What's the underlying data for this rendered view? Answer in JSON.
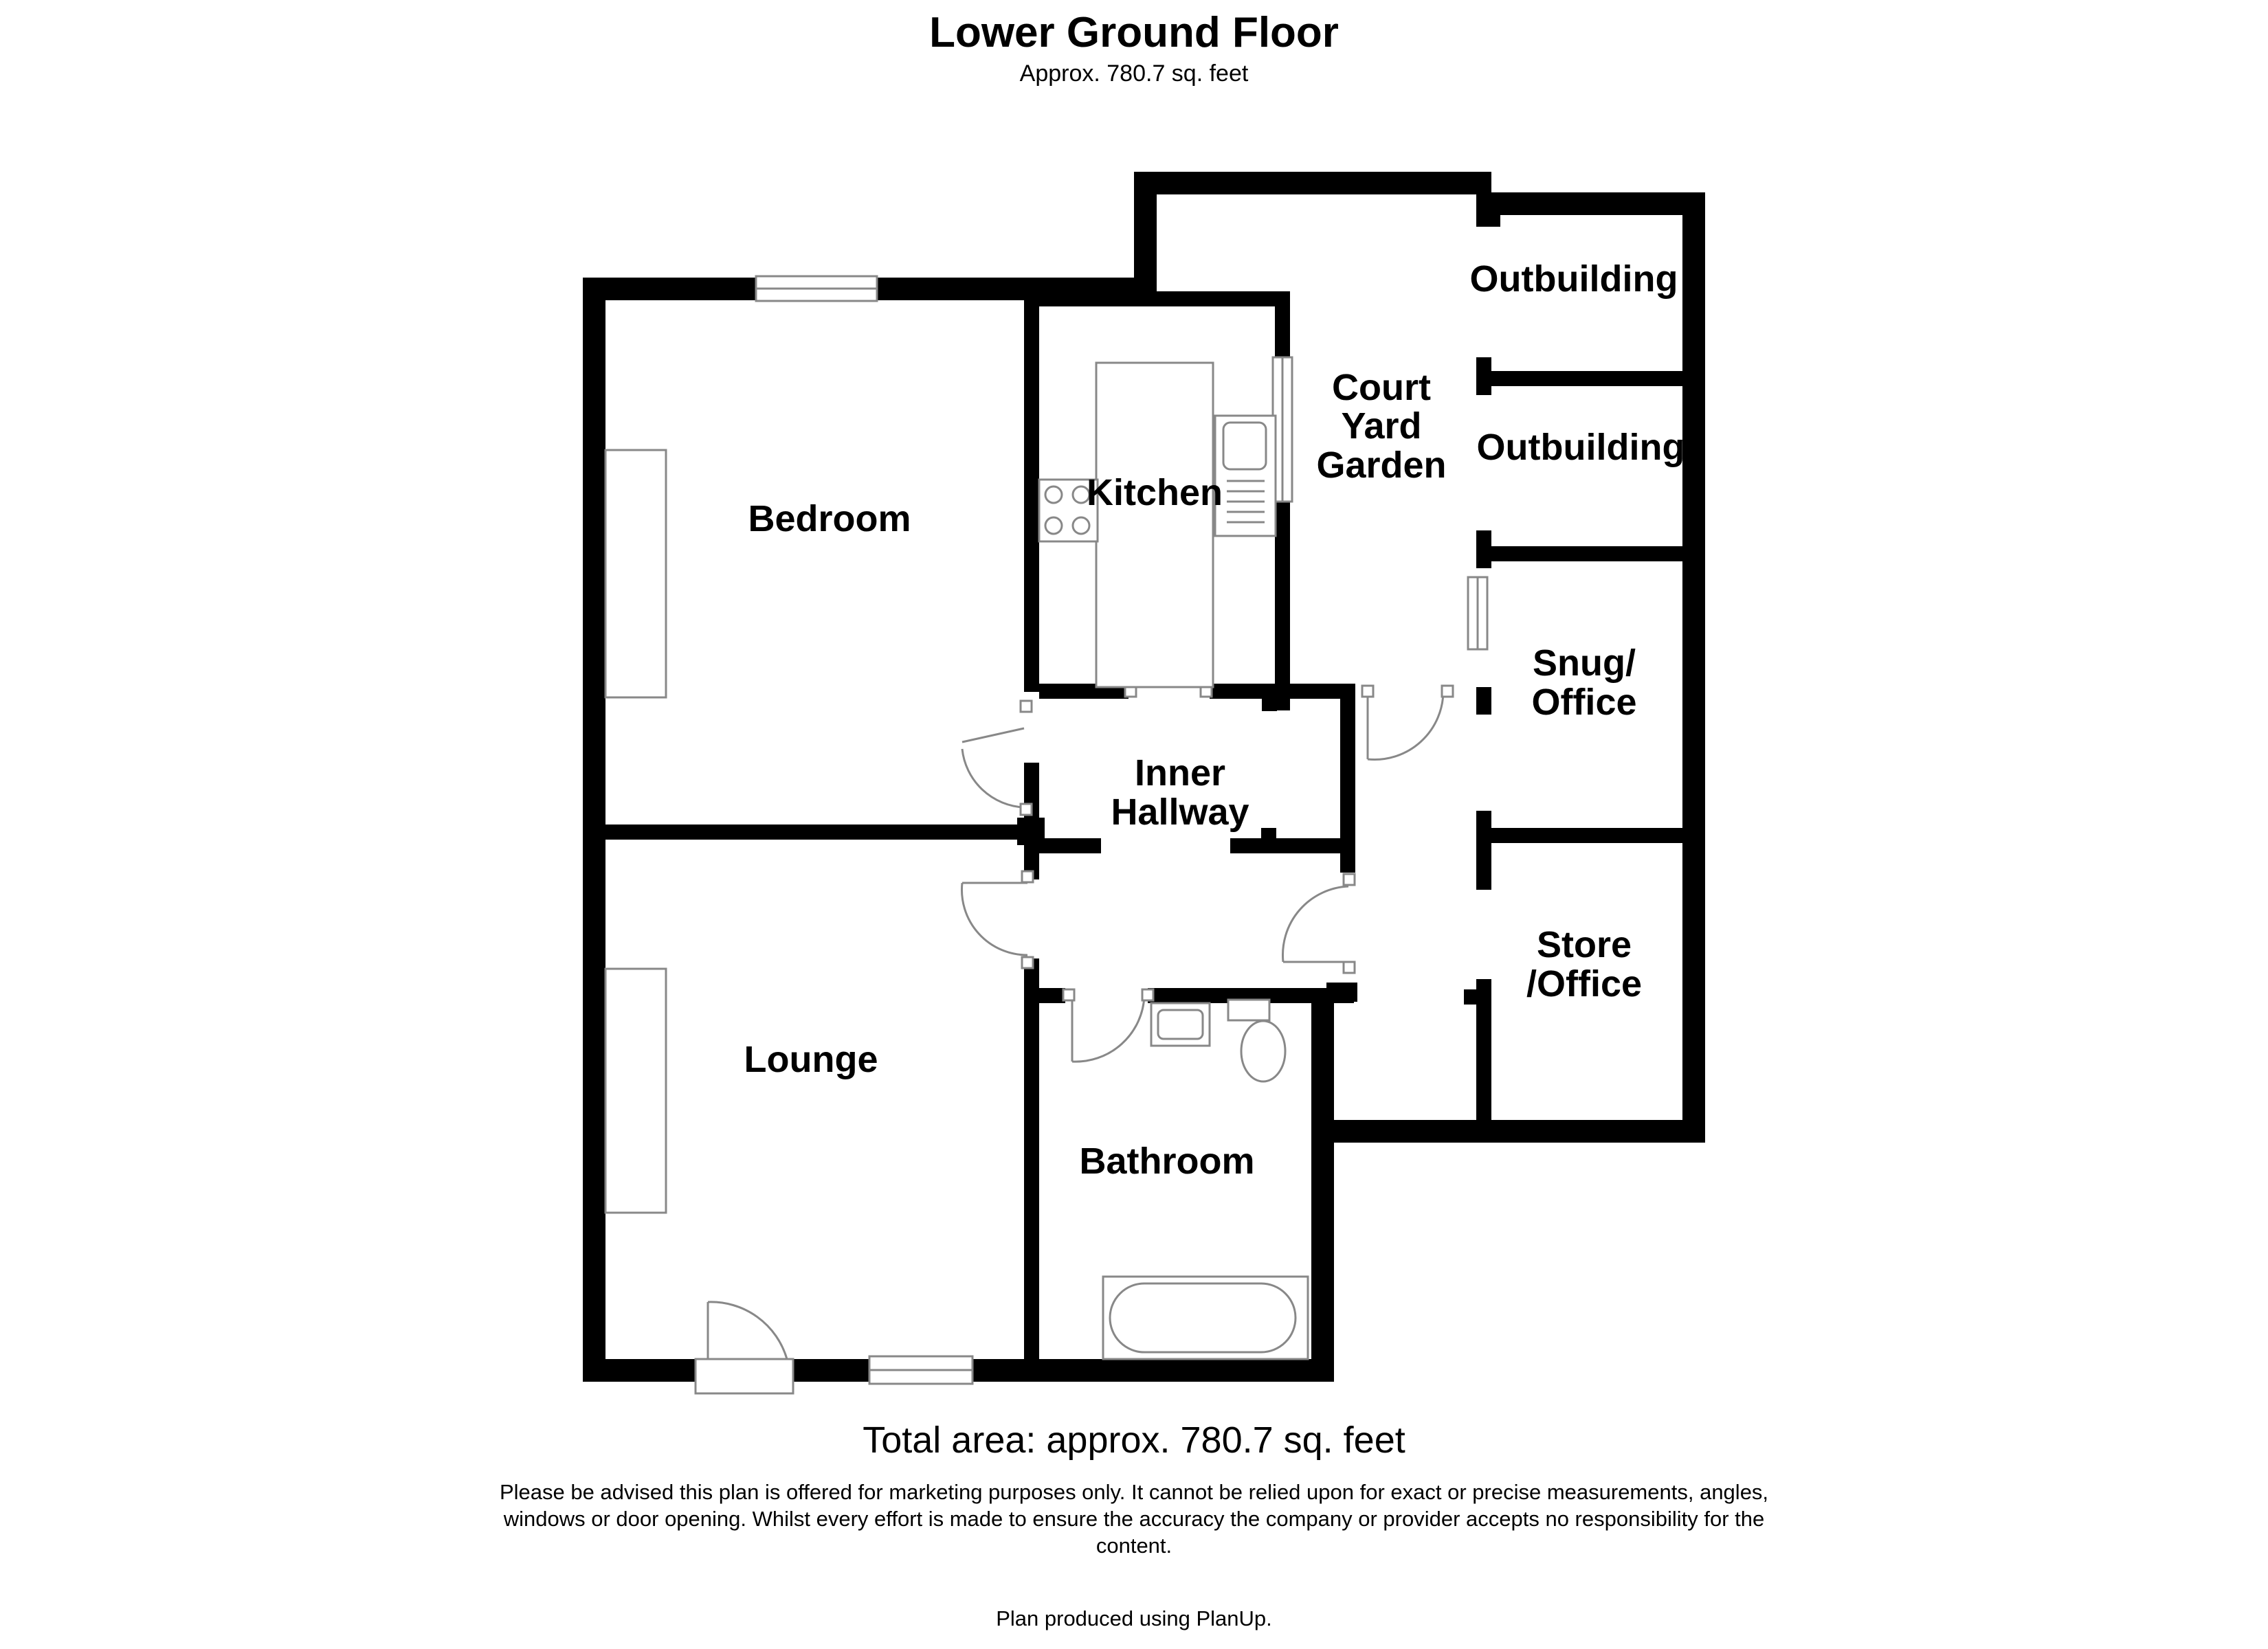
{
  "header": {
    "title": "Lower Ground Floor",
    "subtitle": "Approx. 780.7 sq. feet"
  },
  "rooms": {
    "bedroom": "Bedroom",
    "kitchen": "Kitchen",
    "court_yard_garden": [
      "Court",
      "Yard",
      "Garden"
    ],
    "outbuilding_1": "Outbuilding",
    "outbuilding_2": "Outbuilding",
    "snug_office": [
      "Snug/",
      "Office"
    ],
    "inner_hallway": [
      "Inner",
      "Hallway"
    ],
    "store_office": [
      "Store",
      "/Office"
    ],
    "lounge": "Lounge",
    "bathroom": "Bathroom"
  },
  "footer": {
    "total_area": "Total area: approx. 780.7 sq. feet",
    "disclaimer_lines": [
      "Please be advised this plan is offered for marketing purposes only. It cannot be relied upon for exact or precise measurements, angles,",
      "windows or door opening. Whilst every effort is made to ensure the accuracy the company or provider accepts no responsibility for the",
      "content."
    ],
    "credit": "Plan produced using PlanUp."
  },
  "colors": {
    "wall": "#000000",
    "fixture": "#888888",
    "background": "#ffffff"
  }
}
